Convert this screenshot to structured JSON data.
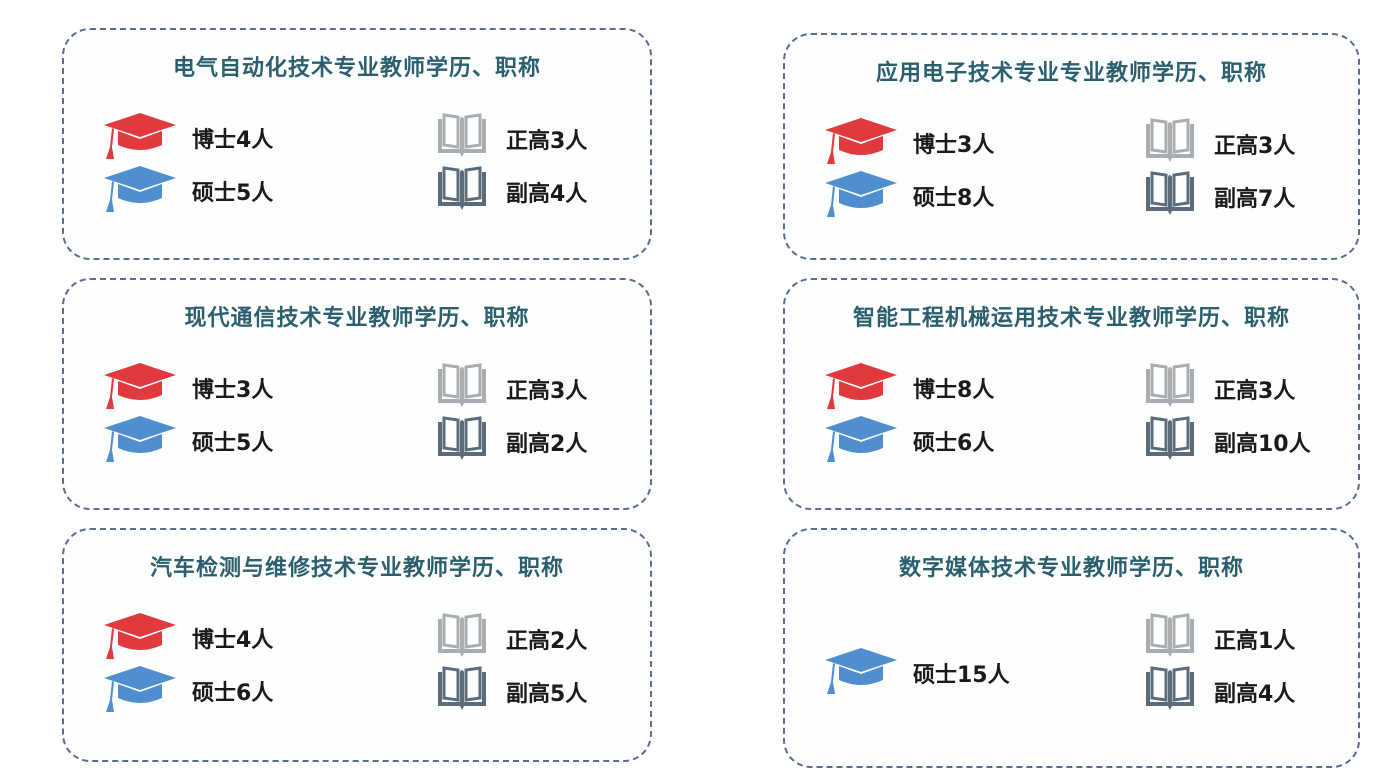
{
  "colors": {
    "doctor": "#e0393e",
    "master": "#4f8fd0",
    "senior": "#a9adb2",
    "associate": "#5c6b7a",
    "title": "#2c5f6e",
    "border": "#5d6b92"
  },
  "cards": [
    {
      "title": "电气自动化技术专业教师学历、职称",
      "doctor": "博士4人",
      "master": "硕士5人",
      "senior": "正高3人",
      "associate": "副高4人"
    },
    {
      "title": "应用电子技术专业专业教师学历、职称",
      "doctor": "博士3人",
      "master": "硕士8人",
      "senior": "正高3人",
      "associate": "副高7人"
    },
    {
      "title": "现代通信技术专业教师学历、职称",
      "doctor": "博士3人",
      "master": "硕士5人",
      "senior": "正高3人",
      "associate": "副高2人"
    },
    {
      "title": "智能工程机械运用技术专业教师学历、职称",
      "doctor": "博士8人",
      "master": "硕士6人",
      "senior": "正高3人",
      "associate": "副高10人"
    },
    {
      "title": "汽车检测与维修技术专业教师学历、职称",
      "doctor": "博士4人",
      "master": "硕士6人",
      "senior": "正高2人",
      "associate": "副高5人"
    },
    {
      "title": "数字媒体技术专业教师学历、职称",
      "master": "硕士15人",
      "senior": "正高1人",
      "associate": "副高4人"
    }
  ]
}
